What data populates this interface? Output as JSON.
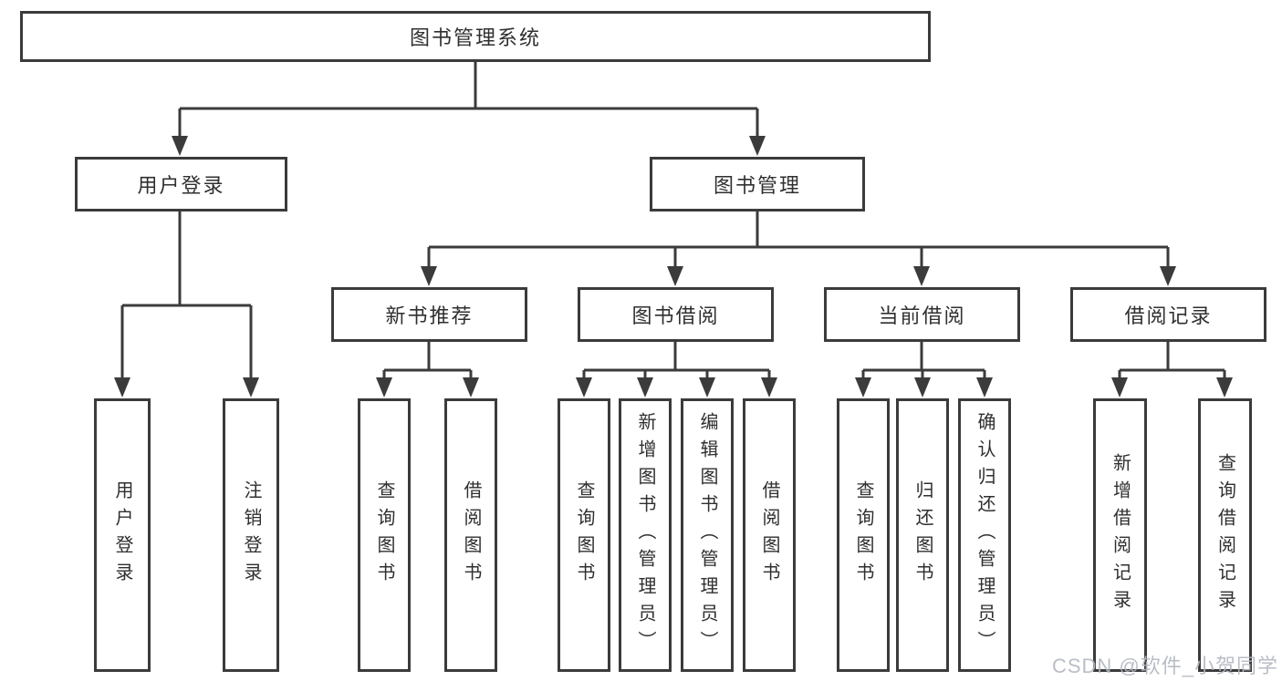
{
  "tree": {
    "root": {
      "label": "图书管理系统"
    },
    "branches": [
      {
        "label": "用户登录",
        "children": [
          {
            "label": "用户登录"
          },
          {
            "label": "注销登录"
          }
        ]
      },
      {
        "label": "图书管理",
        "children": [
          {
            "label": "新书推荐",
            "children": [
              {
                "label": "查询图书"
              },
              {
                "label": "借阅图书"
              }
            ]
          },
          {
            "label": "图书借阅",
            "children": [
              {
                "label": "查询图书"
              },
              {
                "label": "新增图书（管理员）"
              },
              {
                "label": "编辑图书（管理员）"
              },
              {
                "label": "借阅图书"
              }
            ]
          },
          {
            "label": "当前借阅",
            "children": [
              {
                "label": "查询图书"
              },
              {
                "label": "归还图书"
              },
              {
                "label": "确认归还（管理员）"
              }
            ]
          },
          {
            "label": "借阅记录",
            "children": [
              {
                "label": "新增借阅记录"
              },
              {
                "label": "查询借阅记录"
              }
            ]
          }
        ]
      }
    ]
  },
  "watermark": {
    "text": "CSDN @软件_小贺同学"
  },
  "colors": {
    "line": "#3b3b3b",
    "box_border": "#3b3b3b",
    "text": "#2f2f2f",
    "watermark": "#b1b6bf",
    "background": "#ffffff"
  }
}
